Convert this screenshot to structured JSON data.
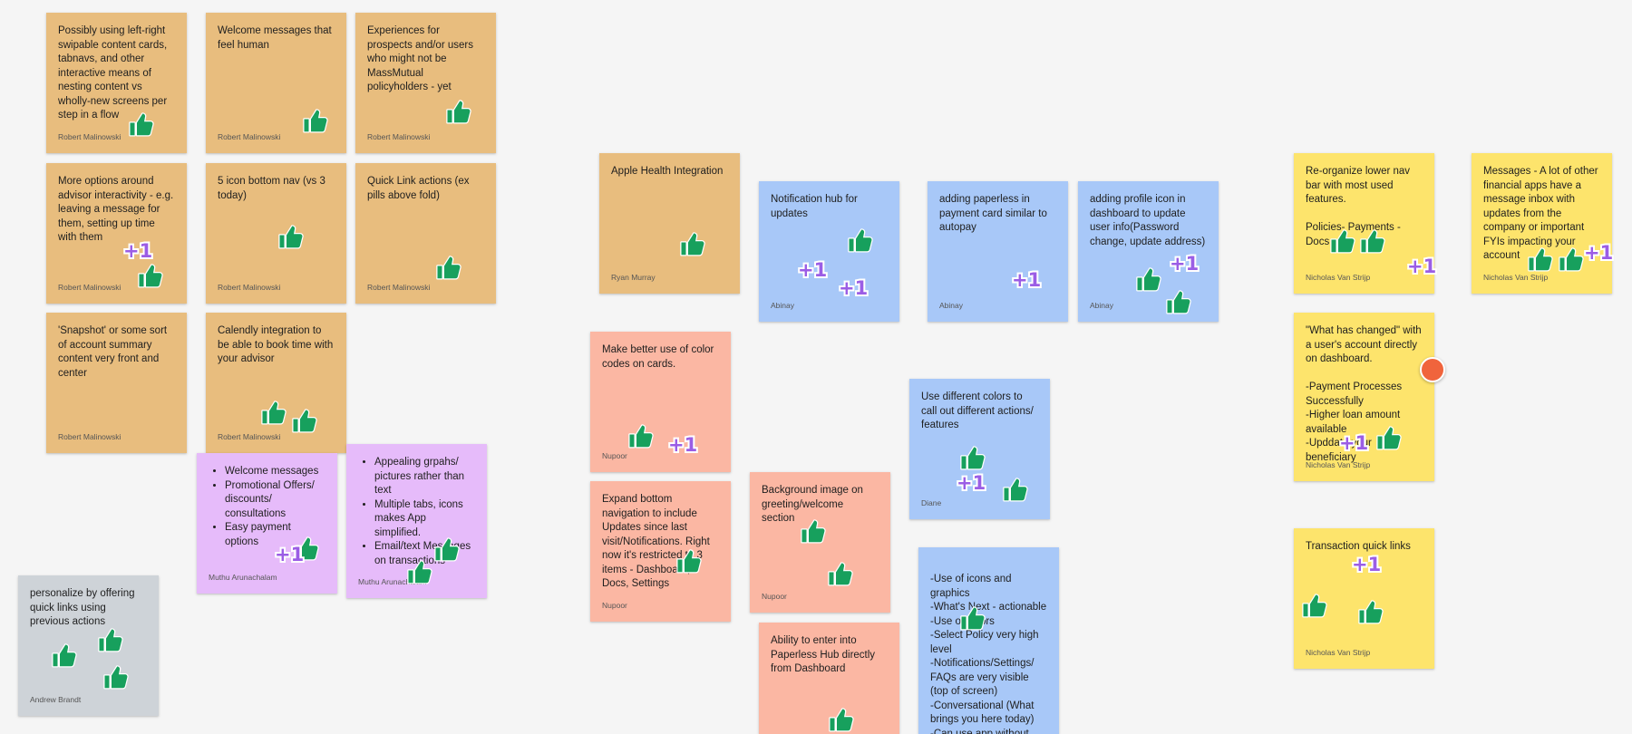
{
  "notes": [
    {
      "color": "orange",
      "text": "Possibly using left-right swipable content cards, tabnavs, and other interactive means of nesting content vs wholly-new screens per step in a flow",
      "author": "Robert Malinowski"
    },
    {
      "color": "orange",
      "text": "Welcome messages that feel human",
      "author": "Robert Malinowski"
    },
    {
      "color": "orange",
      "text": "Experiences for prospects and/or users who might not be MassMutual policyholders - yet",
      "author": "Robert Malinowski"
    },
    {
      "color": "orange",
      "text": "More options around advisor interactivity - e.g. leaving a message for them, setting up time with them",
      "author": "Robert Malinowski"
    },
    {
      "color": "orange",
      "text": "5 icon bottom nav (vs 3 today)",
      "author": "Robert Malinowski"
    },
    {
      "color": "orange",
      "text": "Quick Link actions (ex pills above fold)",
      "author": "Robert Malinowski"
    },
    {
      "color": "orange",
      "text": "'Snapshot' or some sort of account summary content very front and center",
      "author": "Robert Malinowski"
    },
    {
      "color": "orange",
      "text": "Calendly integration to be able to book time with your advisor",
      "author": "Robert Malinowski"
    },
    {
      "color": "purple",
      "bullets": [
        "Welcome messages",
        "Promotional Offers/ discounts/ consultations",
        "Easy payment options"
      ],
      "author": "Muthu Arunachalam"
    },
    {
      "color": "purple",
      "bullets": [
        "Appealing grpahs/ pictures rather than text",
        "Multiple tabs, icons makes App simplified.",
        "Email/text Messages on transactions"
      ],
      "author": "Muthu Arunachalam"
    },
    {
      "color": "gray",
      "text": "personalize by offering quick links using previous actions",
      "author": "Andrew Brandt"
    },
    {
      "color": "orange",
      "text": "Apple Health Integration",
      "author": "Ryan Murray"
    },
    {
      "color": "blue",
      "text": "Notification hub for updates",
      "author": "Abinay"
    },
    {
      "color": "blue",
      "text": "adding paperless in payment card similar to autopay",
      "author": "Abinay"
    },
    {
      "color": "blue",
      "text": "adding profile icon in dashboard to update user info(Password change, update address)",
      "author": "Abinay"
    },
    {
      "color": "salmon",
      "text": "Make better use of color codes on cards.",
      "author": "Nupoor"
    },
    {
      "color": "salmon",
      "text": "Expand bottom navigation to include Updates since last visit/Notifications. Right now it's restricted to 3 items - Dashboard, Docs, Settings",
      "author": "Nupoor"
    },
    {
      "color": "salmon",
      "text": "Background image on greeting/welcome section",
      "author": "Nupoor"
    },
    {
      "color": "salmon",
      "text": "Ability to enter into Paperless Hub directly from Dashboard",
      "author": ""
    },
    {
      "color": "blue",
      "text": "Use different colors to call out different actions/ features",
      "author": "Diane"
    },
    {
      "color": "blue",
      "text": "-Use of icons and graphics\n-What's Next - actionable\n-Use of colors\n-Select Policy very high level\n-Notifications/Settings/ FAQs are very visible (top of screen)\n-Conversational (What brings you here today)\n-Can use app without",
      "author": ""
    },
    {
      "color": "yellow",
      "text": "Re-organize lower nav bar with most used features.\n\nPolicies- Payments - Docs",
      "author": "Nicholas Van Strijp"
    },
    {
      "color": "yellow",
      "text": "Messages - A lot of other financial apps have a message inbox with updates from the company or important FYIs impacting your account",
      "author": "Nicholas Van Strijp"
    },
    {
      "color": "yellow",
      "text": "\"What has changed\" with a user's account directly on dashboard.\n\n-Payment Processes Successfully\n-Higher loan amount available\n-Upddate your beneficiary",
      "author": "Nicholas Van Strijp"
    },
    {
      "color": "yellow",
      "text": "Transaction quick links",
      "author": "Nicholas Van Strijp"
    }
  ],
  "reactions": {
    "plus_one_label": "+1",
    "thumb_icon": "thumbs-up-icon",
    "thumb_color": "#17a05d",
    "plus_color": "#9b5de5",
    "cursor_dot_color": "#f0643c"
  }
}
